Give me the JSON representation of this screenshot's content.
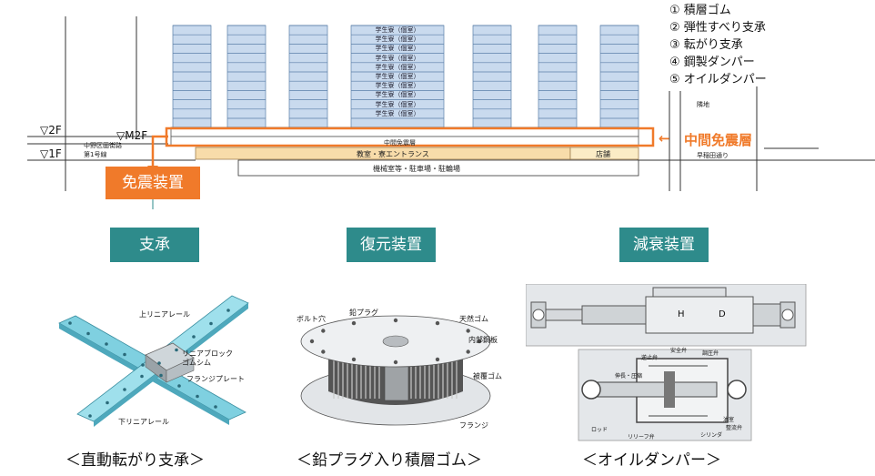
{
  "legend": [
    {
      "num": "①",
      "text": "積層ゴム"
    },
    {
      "num": "②",
      "text": "弾性すべり支承"
    },
    {
      "num": "③",
      "text": "転がり支承"
    },
    {
      "num": "④",
      "text": "鋼製ダンパー"
    },
    {
      "num": "⑤",
      "text": "オイルダンパー"
    }
  ],
  "building": {
    "dorm_label": "学生寮（個室）",
    "mid_floor_label": "中間免震層",
    "classroom_label": "教室・寮エントランス",
    "shop_label": "店舗",
    "basement_label": "機械室等・駐車場・駐輪場",
    "level_2f": "▽2F",
    "level_1f": "▽1F",
    "level_m2f": "▽M2F",
    "street_left_1": "中野区画街路",
    "street_left_2": "第1号線",
    "street_right_1": "隣地",
    "street_right_2": "早稲田通り"
  },
  "callout": {
    "arrow": "←",
    "label": "中間免震層",
    "color": "#f07a2a"
  },
  "main_box": {
    "label": "免震装置"
  },
  "categories": [
    "支承",
    "復元装置",
    "減衰装置"
  ],
  "rail": {
    "upper": "上リニアレール",
    "block": "リニアブロック",
    "shim": "ゴムシム",
    "flange": "フランジプレート",
    "lower": "下リニアレール"
  },
  "rubber": {
    "bolt": "ボルト穴",
    "plug": "鉛プラグ",
    "natural": "天然ゴム",
    "steel": "内部鋼板",
    "cover": "被覆ゴム",
    "flange": "フランジ"
  },
  "damper": {
    "top_letters": [
      "H",
      "D"
    ],
    "labels": [
      "逆止弁",
      "安全弁",
      "調圧弁",
      "伸長・圧縮",
      "ロッド",
      "リリーフ弁",
      "シリンダ",
      "油室",
      "整流弁"
    ]
  },
  "captions": [
    "＜直動転がり支承＞",
    "＜鉛プラグ入り積層ゴム＞",
    "＜オイルダンパー＞"
  ],
  "colors": {
    "teal": "#2e8b8b",
    "orange": "#f07a2a",
    "floor_blue": "#c9daee",
    "classroom": "#f8dcaa"
  }
}
